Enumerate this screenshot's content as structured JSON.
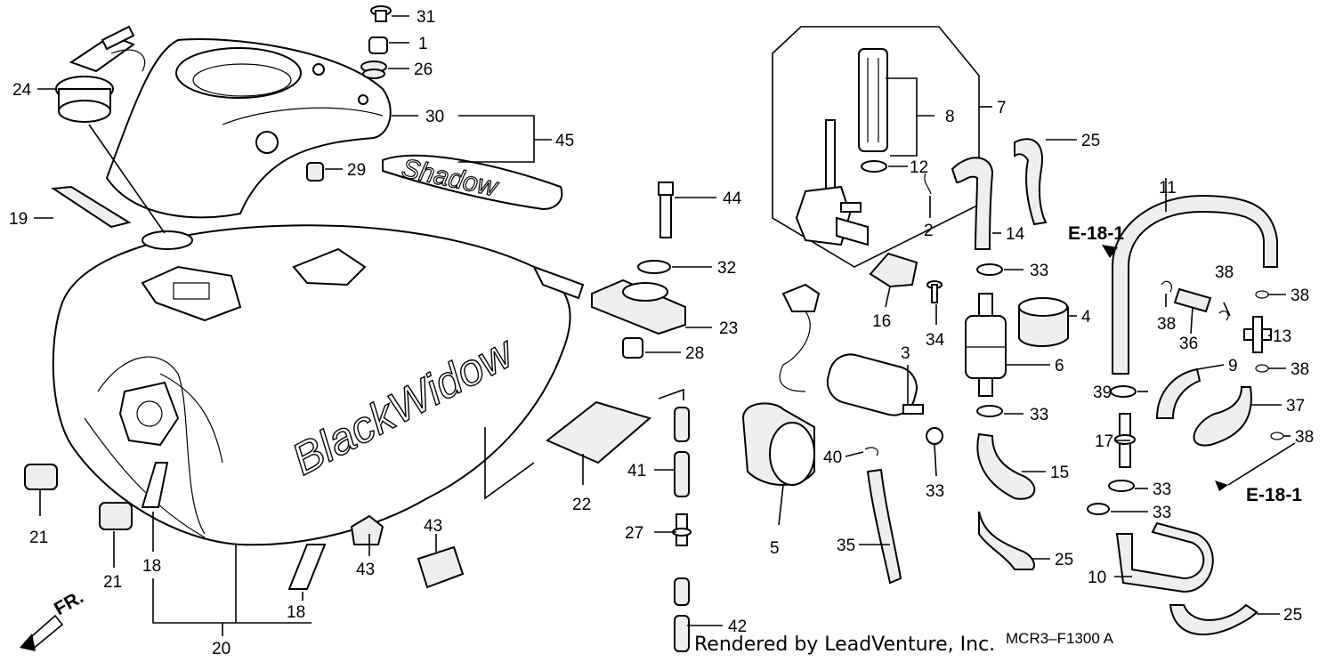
{
  "diagram": {
    "callouts": [
      {
        "id": "31",
        "text": "31"
      },
      {
        "id": "1",
        "text": "1"
      },
      {
        "id": "26",
        "text": "26"
      },
      {
        "id": "24",
        "text": "24"
      },
      {
        "id": "30",
        "text": "30"
      },
      {
        "id": "45",
        "text": "45"
      },
      {
        "id": "29",
        "text": "29"
      },
      {
        "id": "19",
        "text": "19"
      },
      {
        "id": "44",
        "text": "44"
      },
      {
        "id": "32",
        "text": "32"
      },
      {
        "id": "23",
        "text": "23"
      },
      {
        "id": "28",
        "text": "28"
      },
      {
        "id": "22",
        "text": "22"
      },
      {
        "id": "41",
        "text": "41"
      },
      {
        "id": "27",
        "text": "27"
      },
      {
        "id": "42",
        "text": "42"
      },
      {
        "id": "43a",
        "text": "43"
      },
      {
        "id": "43b",
        "text": "43"
      },
      {
        "id": "21a",
        "text": "21"
      },
      {
        "id": "21b",
        "text": "21"
      },
      {
        "id": "18a",
        "text": "18"
      },
      {
        "id": "18b",
        "text": "18"
      },
      {
        "id": "20",
        "text": "20"
      },
      {
        "id": "8",
        "text": "8"
      },
      {
        "id": "7",
        "text": "7"
      },
      {
        "id": "12",
        "text": "12"
      },
      {
        "id": "2",
        "text": "2"
      },
      {
        "id": "14",
        "text": "14"
      },
      {
        "id": "25a",
        "text": "25"
      },
      {
        "id": "25b",
        "text": "25"
      },
      {
        "id": "25c",
        "text": "25"
      },
      {
        "id": "33a",
        "text": "33"
      },
      {
        "id": "33b",
        "text": "33"
      },
      {
        "id": "33c",
        "text": "33"
      },
      {
        "id": "33d",
        "text": "33"
      },
      {
        "id": "33e",
        "text": "33"
      },
      {
        "id": "16",
        "text": "16"
      },
      {
        "id": "34",
        "text": "34"
      },
      {
        "id": "3",
        "text": "3"
      },
      {
        "id": "4",
        "text": "4"
      },
      {
        "id": "6",
        "text": "6"
      },
      {
        "id": "40",
        "text": "40"
      },
      {
        "id": "5",
        "text": "5"
      },
      {
        "id": "35",
        "text": "35"
      },
      {
        "id": "15",
        "text": "15"
      },
      {
        "id": "11",
        "text": "11"
      },
      {
        "id": "38a",
        "text": "38"
      },
      {
        "id": "38b",
        "text": "38"
      },
      {
        "id": "38c",
        "text": "38"
      },
      {
        "id": "38d",
        "text": "38"
      },
      {
        "id": "38e",
        "text": "38"
      },
      {
        "id": "36",
        "text": "36"
      },
      {
        "id": "13",
        "text": "13"
      },
      {
        "id": "9",
        "text": "9"
      },
      {
        "id": "39",
        "text": "39"
      },
      {
        "id": "37",
        "text": "37"
      },
      {
        "id": "17",
        "text": "17"
      },
      {
        "id": "10",
        "text": "10"
      }
    ],
    "references": [
      {
        "id": "ref-top",
        "text": "E-18-1"
      },
      {
        "id": "ref-bottom",
        "text": "E-18-1"
      }
    ],
    "front_marker": "FR.",
    "decals": {
      "tank": "BlackWidow",
      "cover": "Shadow"
    },
    "diagram_code": "MCR3–F1300 A",
    "credit": "Rendered by LeadVenture, Inc."
  }
}
